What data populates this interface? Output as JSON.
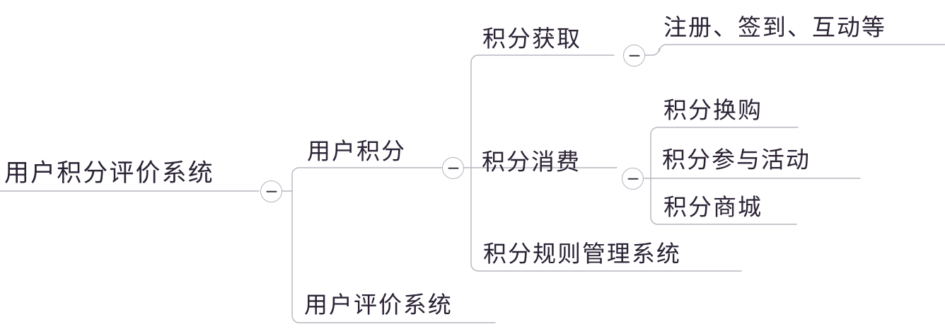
{
  "diagram": {
    "type": "mind-map",
    "title": "用户积分评价系统",
    "line_color": "#b5b5bf",
    "text_color": "#2b2335",
    "background": "#ffffff",
    "toggle_state": "expanded",
    "toggle_glyph": "minus"
  },
  "nodes": {
    "root": {
      "label": "用户积分评价系统",
      "level": 0
    },
    "user_points": {
      "label": "用户积分",
      "level": 1
    },
    "user_review_system": {
      "label": "用户评价系统",
      "level": 1
    },
    "points_earn": {
      "label": "积分获取",
      "level": 2
    },
    "points_spend": {
      "label": "积分消费",
      "level": 2
    },
    "points_rule_system": {
      "label": "积分规则管理系统",
      "level": 2
    },
    "earn_ways": {
      "label": "注册、签到、互动等",
      "level": 3
    },
    "spend_redeem": {
      "label": "积分换购",
      "level": 3
    },
    "spend_activity": {
      "label": "积分参与活动",
      "level": 3
    },
    "spend_mall": {
      "label": "积分商城",
      "level": 3
    }
  },
  "toggles": {
    "root": {
      "name": "collapse-root",
      "state": "expanded"
    },
    "user_points": {
      "name": "collapse-user-points",
      "state": "expanded"
    },
    "points_earn": {
      "name": "collapse-points-earn",
      "state": "expanded"
    },
    "points_spend": {
      "name": "collapse-points-spend",
      "state": "expanded"
    }
  }
}
